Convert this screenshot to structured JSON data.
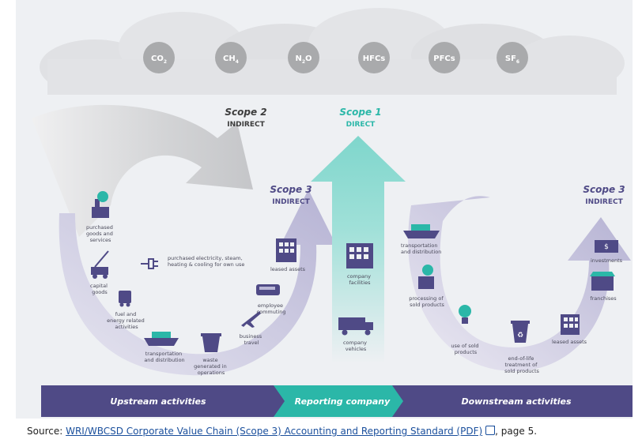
{
  "gases": [
    {
      "base": "CO",
      "sub": "2"
    },
    {
      "base": "CH",
      "sub": "4"
    },
    {
      "base": "N",
      "sub": "2",
      "tail": "O"
    },
    {
      "base": "HFCs",
      "sub": ""
    },
    {
      "base": "PFCs",
      "sub": ""
    },
    {
      "base": "SF",
      "sub": "6"
    }
  ],
  "scopes": {
    "scope2": {
      "title": "Scope 2",
      "sub": "INDIRECT"
    },
    "scope1": {
      "title": "Scope 1",
      "sub": "DIRECT"
    },
    "scope3_up": {
      "title": "Scope 3",
      "sub": "INDIRECT"
    },
    "scope3_down": {
      "title": "Scope 3",
      "sub": "INDIRECT"
    }
  },
  "upstream_items": {
    "purchased_goods": [
      "purchased",
      "goods and",
      "services"
    ],
    "capital_goods": [
      "capital",
      "goods"
    ],
    "fuel_energy": [
      "fuel and",
      "energy related",
      "activities"
    ],
    "transport_up": [
      "transportation",
      "and distribution"
    ],
    "waste": [
      "waste",
      "generated in",
      "operations"
    ],
    "business_travel": [
      "business",
      "travel"
    ],
    "commuting": [
      "employee",
      "commuting"
    ],
    "leased_up": [
      "leased assets"
    ]
  },
  "scope2_item": [
    "purchased electricity, steam,",
    "heating & cooling for own use"
  ],
  "company_items": {
    "facilities": [
      "company",
      "facilities"
    ],
    "vehicles": [
      "company",
      "vehicles"
    ]
  },
  "downstream_items": {
    "transport_down": [
      "transportation",
      "and distribution"
    ],
    "processing": [
      "processing of",
      "sold products"
    ],
    "use": [
      "use of sold",
      "products"
    ],
    "eol": [
      "end-of-life",
      "treatment of",
      "sold products"
    ],
    "leased_down": [
      "leased assets"
    ],
    "franchises": [
      "franchises"
    ],
    "investments": [
      "investments"
    ]
  },
  "bands": {
    "upstream": "Upstream activities",
    "reporting": "Reporting company",
    "downstream": "Downstream activities"
  },
  "source": {
    "prefix": "Source: ",
    "link": "WRI/WBCSD Corporate Value Chain (Scope 3) Accounting and Reporting Standard (PDF)",
    "suffix": ", page 5."
  },
  "colors": {
    "purple": "#4f4a86",
    "purple_light": "#b9b6d6",
    "teal": "#2bb7a8",
    "gray": "#c9cacd",
    "gas_circle": "#a9aaac"
  }
}
